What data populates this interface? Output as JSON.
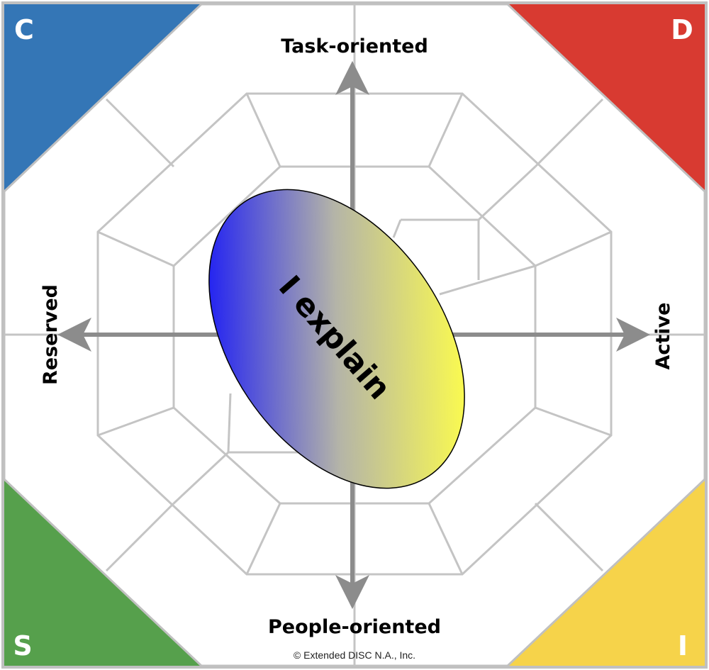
{
  "corners": {
    "c": {
      "letter": "C",
      "color": "#3476b6"
    },
    "d": {
      "letter": "D",
      "color": "#d83a31"
    },
    "s": {
      "letter": "S",
      "color": "#56a04c"
    },
    "i": {
      "letter": "I",
      "color": "#f6d34a"
    }
  },
  "axes": {
    "top": "Task-oriented",
    "bottom": "People-oriented",
    "left": "Reserved",
    "right": "Active"
  },
  "profile": {
    "label": "I explain",
    "gradient_start": "#0a0aff",
    "gradient_mid": "#b4b4a8",
    "gradient_end": "#ffff4a"
  },
  "copyright": "© Extended DISC N.A., Inc.",
  "colors": {
    "grid": "#c4c4c4",
    "axis": "#8c8c8c",
    "border": "#c0c0c0"
  }
}
